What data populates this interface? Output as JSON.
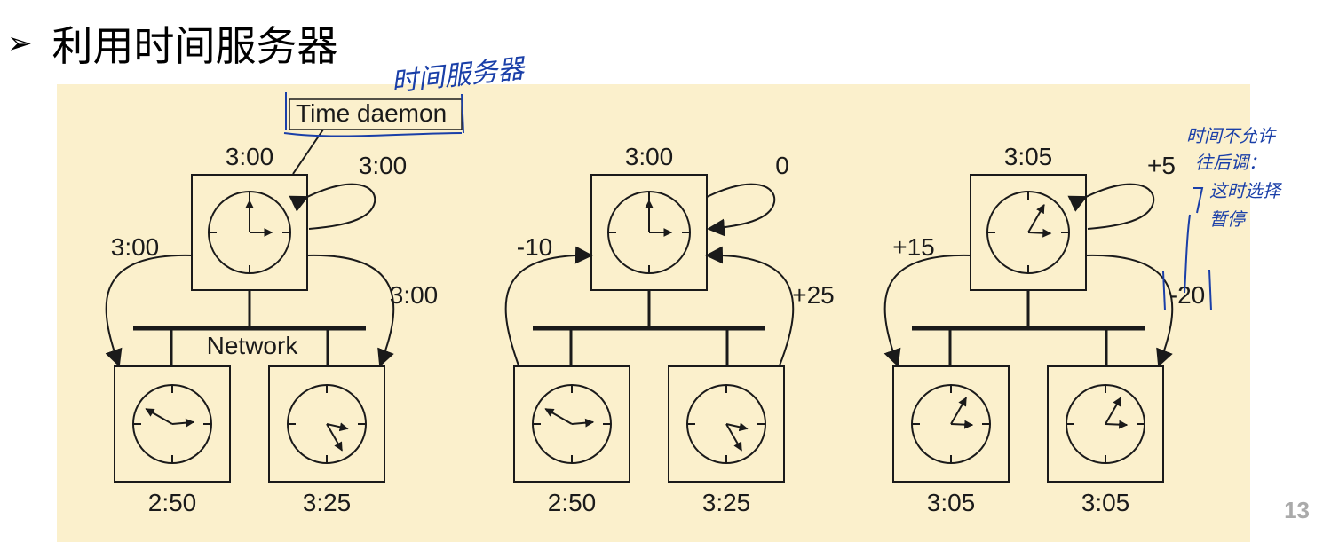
{
  "slide": {
    "bullet": "➢",
    "title": "利用时间服务器",
    "page_number": "13"
  },
  "annotations": {
    "title_note": "时间服务器",
    "side_note_lines": [
      "时间不允许",
      "往后调：",
      "这时选择",
      "暂停"
    ]
  },
  "colors": {
    "panel_bg": "#fbf0cc",
    "ink": "#1a1a1a",
    "handwriting": "#1a3fa8"
  },
  "diagram": {
    "daemon_label": "Time daemon",
    "network_label": "Network",
    "panels": [
      {
        "server_time": "3:00",
        "self_label": "3:00",
        "left_label": "3:00",
        "right_label": "3:00",
        "client_left_time": "2:50",
        "client_right_time": "3:25"
      },
      {
        "server_time": "3:00",
        "self_label": "0",
        "left_label": "-10",
        "right_label": "+25",
        "client_left_time": "2:50",
        "client_right_time": "3:25"
      },
      {
        "server_time": "3:05",
        "self_label": "+5",
        "left_label": "+15",
        "right_label": "-20",
        "client_left_time": "3:05",
        "client_right_time": "3:05"
      }
    ]
  }
}
